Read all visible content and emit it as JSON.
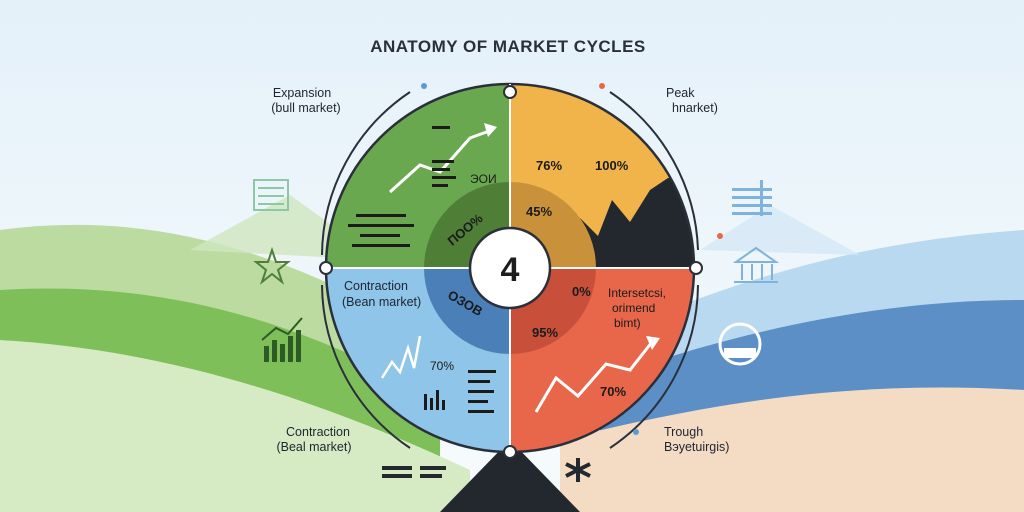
{
  "title": "ANATOMY OF MARKET CYCLES",
  "center": "4",
  "phases": {
    "expansion": {
      "name": "Expansion",
      "sub": "(bull market)"
    },
    "peak": {
      "name": "Peak",
      "sub": "hnarket)"
    },
    "contraction_top": {
      "name": "Contraction",
      "sub": "(Bean market)"
    },
    "contraction_bottom": {
      "name": "Contraction",
      "sub": "(Beal market)"
    },
    "trough": {
      "name": "Trough",
      "sub": "Bэyetuirgis)"
    }
  },
  "quadrants": {
    "green": {
      "label_a": "ЭОИ",
      "ring": "ПОО%"
    },
    "orange": {
      "value_a": "76%",
      "value_b": "100%",
      "ring": "45%"
    },
    "blue": {
      "value": "70%",
      "ring": "ОЗОВ"
    },
    "red": {
      "line1": "Intersetcsi,",
      "line2": "orimend",
      "line3": "bimt)",
      "value_top": "0%",
      "ring": "95%",
      "value": "70%"
    }
  },
  "colors": {
    "green": "#6aa84f",
    "orange": "#f0b44a",
    "blue": "#8ec5e8",
    "red": "#e8674a",
    "dark": "#23272e",
    "ring_green": "#4f7e37",
    "ring_orange": "#c9913a",
    "ring_blue": "#4a7fb8",
    "ring_red": "#c8503a"
  }
}
